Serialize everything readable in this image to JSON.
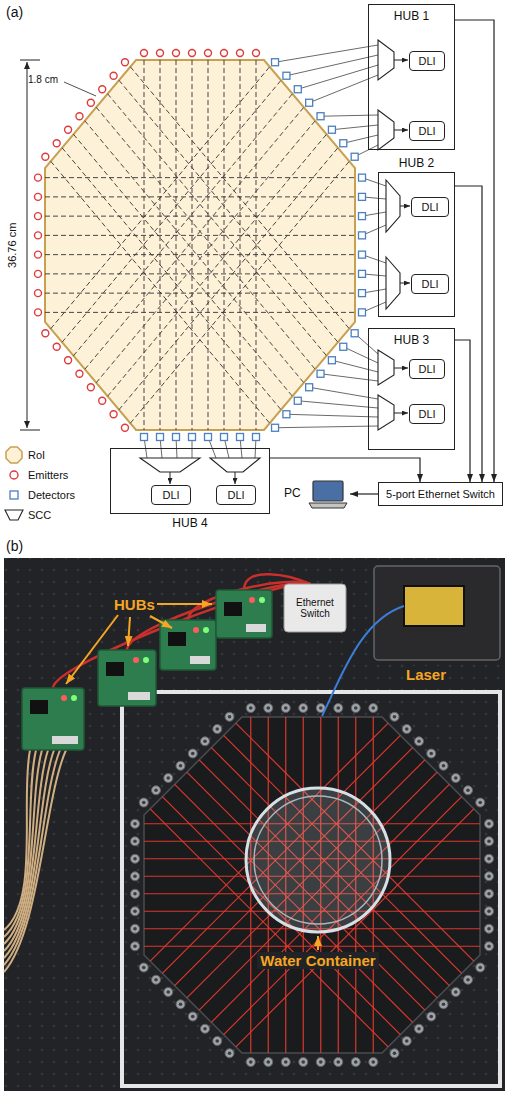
{
  "diagram": {
    "nodes": [
      {
        "text": [
          "HUB 1"
        ]
      },
      {
        "text": [
          "DLI"
        ],
        "in": 0
      },
      {
        "text": [
          "DLI"
        ],
        "in": 0
      },
      {
        "text": [
          "HUB 2"
        ]
      },
      {
        "text": [
          "DLI"
        ],
        "in": 3
      },
      {
        "text": [
          "DLI"
        ],
        "in": 3
      },
      {
        "text": [
          "HUB 3"
        ]
      },
      {
        "text": [
          "DLI"
        ],
        "in": 6
      },
      {
        "text": [
          "DLI"
        ],
        "in": 6
      },
      {
        "text": [
          "HUB 4"
        ]
      },
      {
        "text": [
          "DLI"
        ],
        "in": 9
      },
      {
        "text": [
          "DLI"
        ],
        "in": 9
      },
      {
        "text": [
          "5-port Ethernet Switch"
        ]
      },
      {
        "text": [
          "PC"
        ]
      }
    ],
    "edges": [
      {
        "from": 0,
        "to": 12,
        "arrow": "to"
      },
      {
        "from": 3,
        "to": 12,
        "arrow": "to"
      },
      {
        "from": 6,
        "to": 12,
        "arrow": "to"
      },
      {
        "from": 9,
        "to": 12,
        "arrow": "to"
      },
      {
        "from": 12,
        "to": 13,
        "arrow": "to"
      }
    ],
    "labels": [
      "(a)",
      "1.8 cm",
      "36.76 cm",
      "(b)",
      "HUBs",
      "Ethernet Switch",
      "Laser",
      "Water Container"
    ],
    "legend": [
      {
        "text": "RoI"
      },
      {
        "text": "Emitters"
      },
      {
        "text": "Detectors"
      },
      {
        "text": "SCC"
      }
    ]
  }
}
